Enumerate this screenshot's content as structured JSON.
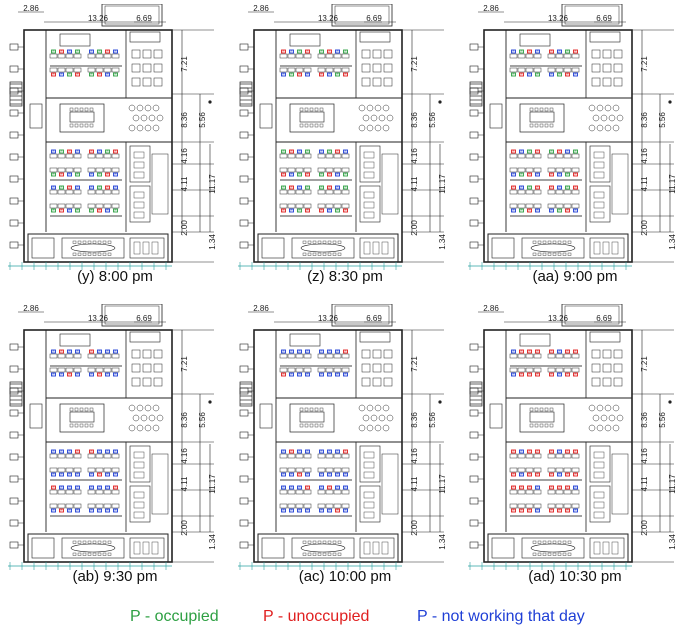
{
  "dimensions": {
    "top_left": "2.86",
    "top_mid": "13.26",
    "top_right": "6.69",
    "right_a": "7.21",
    "right_b": "8.36",
    "right_c": "5.56",
    "right_d": "4.16",
    "right_e": "4.11",
    "right_f": "11.17",
    "right_g": "2.00",
    "right_h": "1.34"
  },
  "panels": [
    {
      "caption": "(y) 8:00 pm",
      "pattern": "mixed"
    },
    {
      "caption": "(z) 8:30 pm",
      "pattern": "mixed"
    },
    {
      "caption": "(aa) 9:00 pm",
      "pattern": "mixed"
    },
    {
      "caption": "(ab) 9:30 pm",
      "pattern": "blue"
    },
    {
      "caption": "(ac) 10:00 pm",
      "pattern": "blue"
    },
    {
      "caption": "(ad) 10:30 pm",
      "pattern": "red"
    }
  ],
  "legend": {
    "occupied": "P - occupied",
    "unoccupied": "P - unoccupied",
    "not_working": "P - not working that day",
    "colors": {
      "occupied": "#2ea043",
      "unoccupied": "#e02020",
      "not_working": "#1f3fd6"
    }
  }
}
